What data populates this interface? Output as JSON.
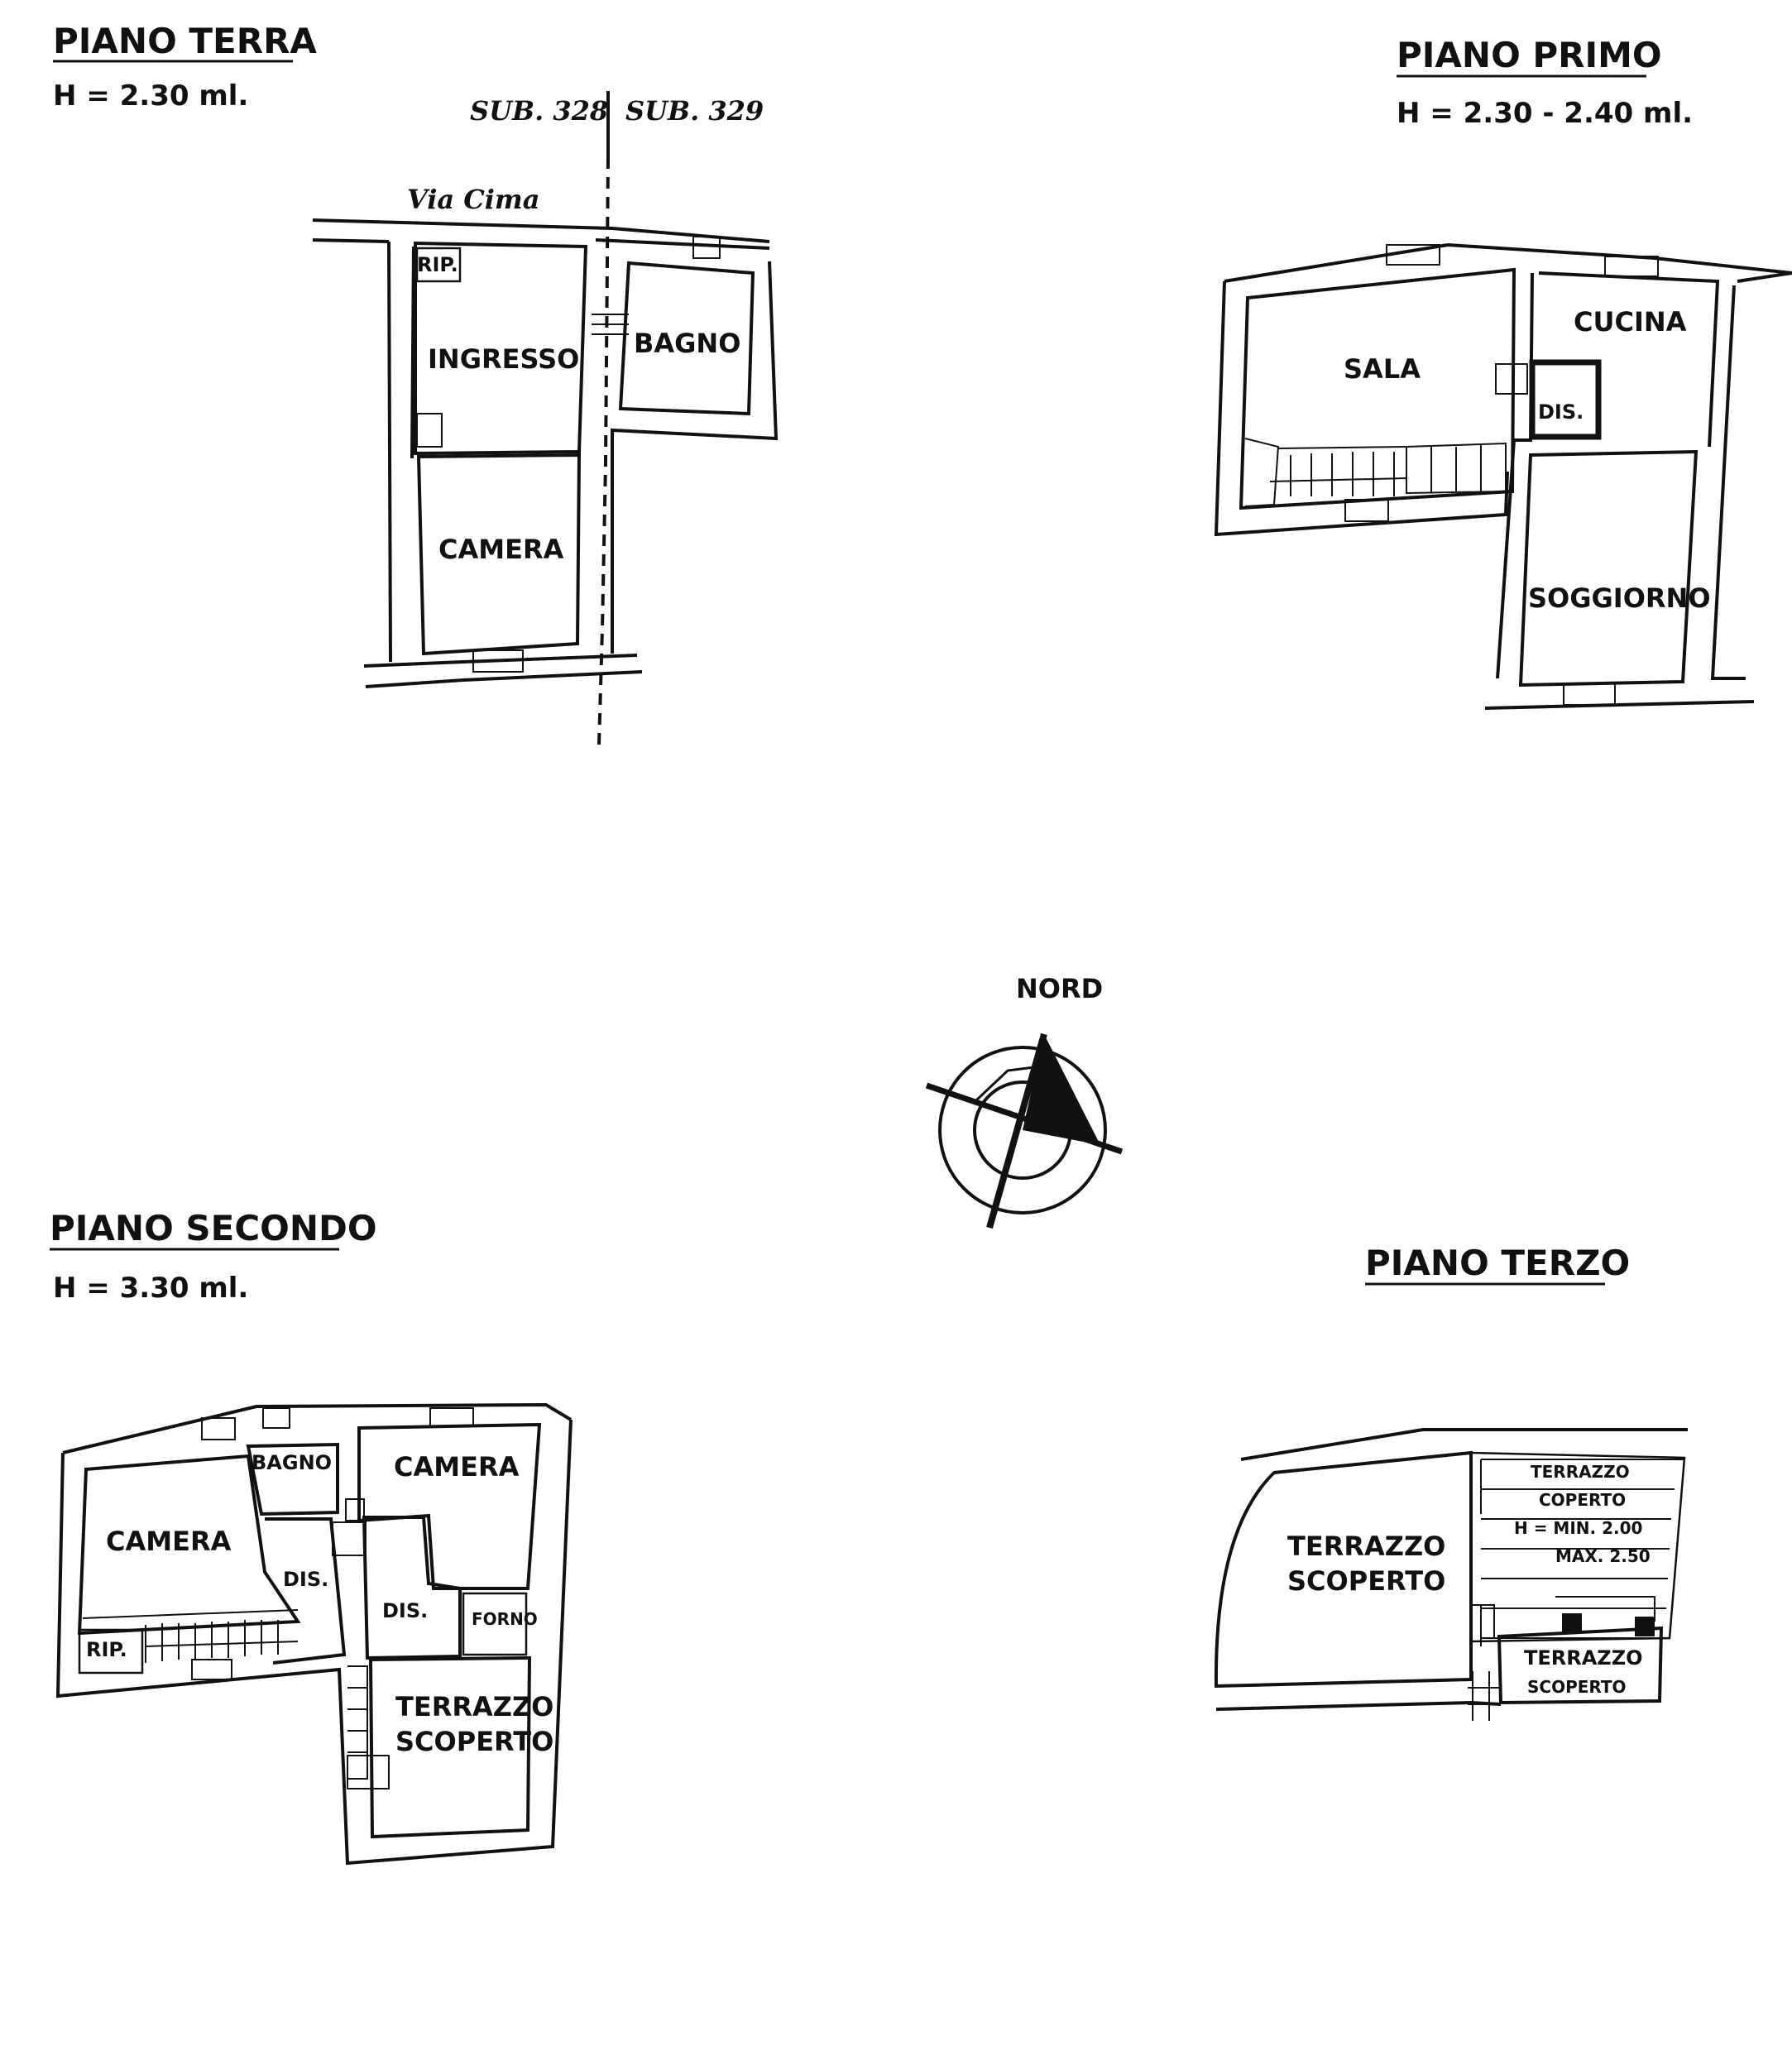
{
  "floors": {
    "ground": {
      "title": "PIANO TERRA",
      "height": "H = 2.30 ml.",
      "sub_left": "SUB. 328",
      "sub_right": "SUB. 329",
      "street": "Via Cima",
      "rooms": {
        "rip": "RIP.",
        "ingresso": "INGRESSO",
        "bagno": "BAGNO",
        "camera": "CAMERA"
      }
    },
    "first": {
      "title": "PIANO PRIMO",
      "height": "H = 2.30 - 2.40 ml.",
      "rooms": {
        "sala": "SALA",
        "cucina": "CUCINA",
        "dis": "DIS.",
        "soggiorno": "SOGGIORNO"
      }
    },
    "second": {
      "title": "PIANO SECONDO",
      "height": "H = 3.30 ml.",
      "rooms": {
        "bagno": "BAGNO",
        "camera_left": "CAMERA",
        "camera_right": "CAMERA",
        "dis_left": "DIS.",
        "dis_right": "DIS.",
        "forno": "FORNO",
        "rip": "RIP.",
        "terrazzo_line1": "TERRAZZO",
        "terrazzo_line2": "SCOPERTO"
      }
    },
    "third": {
      "title": "PIANO TERZO",
      "rooms": {
        "terrazzo_scoperto_line1": "TERRAZZO",
        "terrazzo_scoperto_line2": "SCOPERTO",
        "terrazzo_coperto_line1": "TERRAZZO",
        "terrazzo_coperto_line2": "COPERTO",
        "height_min": "H = MIN. 2.00",
        "height_max": "MAX. 2.50",
        "terrazzo_small_line1": "TERRAZZO",
        "terrazzo_small_line2": "SCOPERTO"
      }
    }
  },
  "compass": {
    "label": "NORD"
  }
}
